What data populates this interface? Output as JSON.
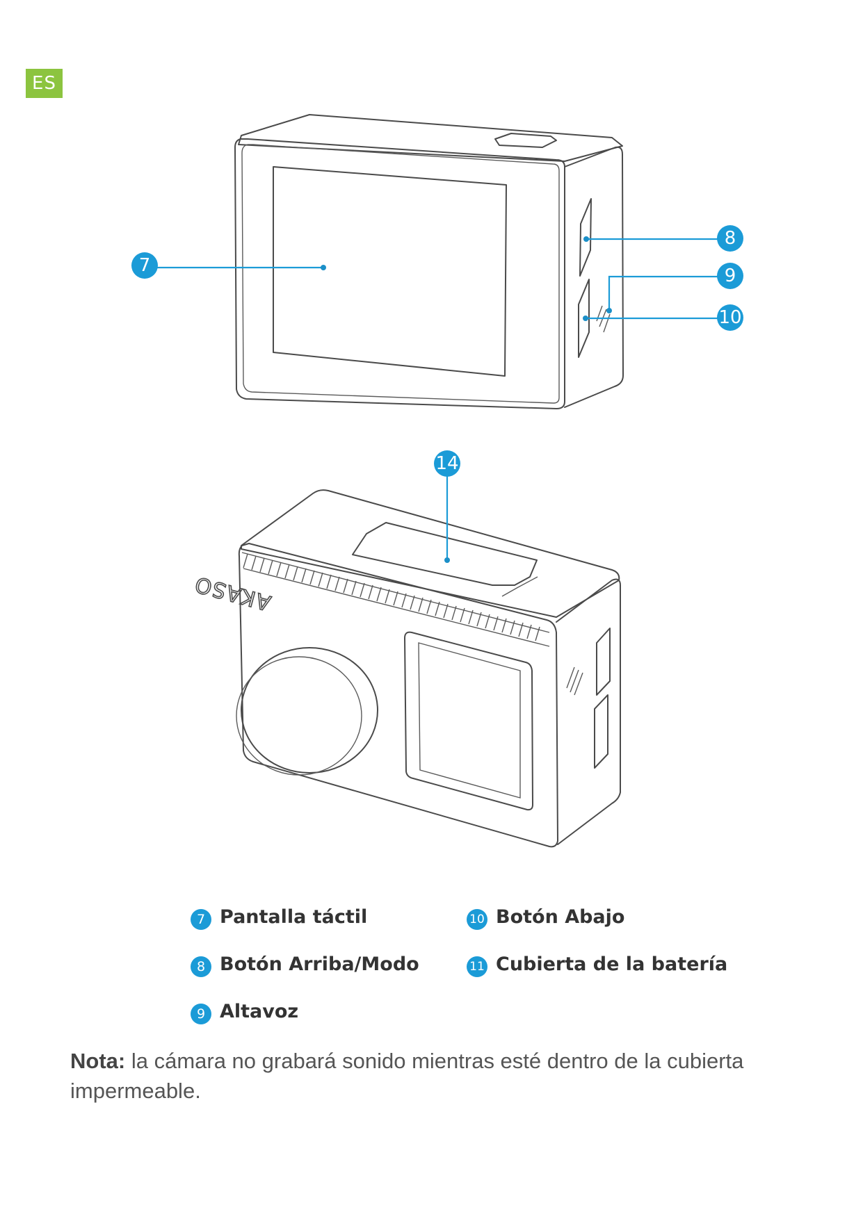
{
  "language_badge": "ES",
  "colors": {
    "badge": "#8cc43f",
    "callout": "#1b9bd7",
    "text": "#333333"
  },
  "diagram_top": {
    "view": "rear",
    "callouts": [
      {
        "number": "7",
        "target": "touch-screen"
      },
      {
        "number": "8",
        "target": "up-mode-button"
      },
      {
        "number": "9",
        "target": "speaker"
      },
      {
        "number": "10",
        "target": "down-button"
      }
    ]
  },
  "diagram_bottom": {
    "view": "front",
    "brand_mark": "AKASO",
    "callouts": [
      {
        "number": "14",
        "target": "battery-cover"
      }
    ]
  },
  "legend": [
    {
      "number": "7",
      "label": "Pantalla táctil"
    },
    {
      "number": "8",
      "label": "Botón Arriba/Modo"
    },
    {
      "number": "9",
      "label": "Altavoz"
    },
    {
      "number": "10",
      "label": "Botón Abajo"
    },
    {
      "number": "11",
      "label": "Cubierta de la batería"
    }
  ],
  "note": {
    "label": "Nota:",
    "text": " la cámara no grabará sonido mientras esté dentro de la cubierta impermeable."
  }
}
